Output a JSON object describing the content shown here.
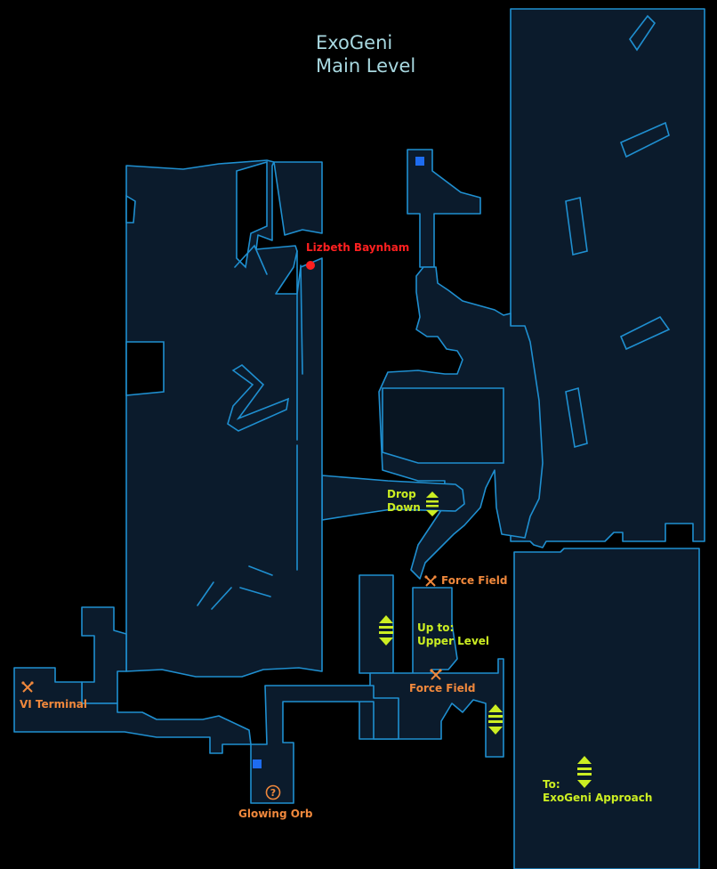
{
  "map": {
    "title_line1": "ExoGeni",
    "title_line2": "Main Level"
  },
  "markers": {
    "npc": {
      "label": "Lizbeth Baynham",
      "icon": "red-dot-icon"
    },
    "drop_down": {
      "line1": "Drop",
      "line2": "Down",
      "icon": "elevator-arrows-icon"
    },
    "force_field_1": {
      "label": "Force Field",
      "icon": "crossed-tools-icon"
    },
    "up_to_upper": {
      "line1": "Up to:",
      "line2": "Upper Level",
      "icon": "elevator-arrows-icon"
    },
    "force_field_2": {
      "label": "Force Field",
      "icon": "crossed-tools-icon"
    },
    "vi_terminal": {
      "label": "VI Terminal",
      "icon": "crossed-tools-icon"
    },
    "glowing_orb": {
      "label": "Glowing Orb",
      "icon": "question-mark-icon"
    },
    "exit": {
      "line1": "To:",
      "line2": "ExoGeni Approach",
      "icon": "elevator-arrows-icon"
    },
    "extra_lift": {
      "icon": "elevator-arrows-icon"
    }
  },
  "colors": {
    "background": "#000000",
    "wall": "#1f8fd0",
    "floor": "#0b1b2c",
    "title": "#a8d8e0",
    "npc": "#ff2020",
    "poi": "#f0883c",
    "lift": "#ccee22",
    "save_point": "#1e6cf0"
  }
}
